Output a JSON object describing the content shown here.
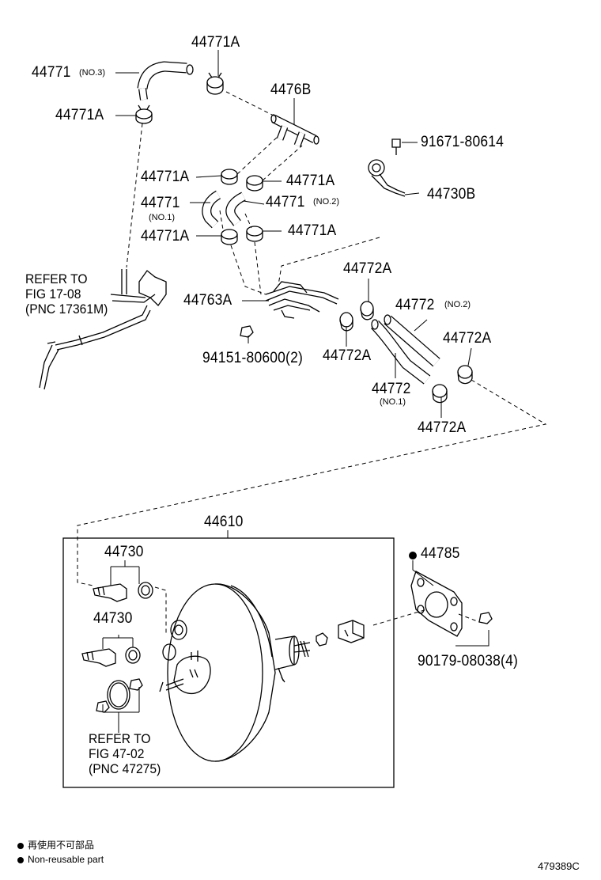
{
  "diagram": {
    "labels": {
      "p44771A_top": "44771A",
      "p44771": "44771",
      "p44771_no3": "(NO.3)",
      "p44771A_left": "44771A",
      "p4476B": "4476B",
      "p91671": "91671-80614",
      "p44771A_m1": "44771A",
      "p44771A_m2": "44771A",
      "p44771_no1_num": "44771",
      "p44771_no1": "(NO.1)",
      "p44771_no2_num": "44771",
      "p44771_no2": "(NO.2)",
      "p44730B": "44730B",
      "p44771A_m3": "44771A",
      "p44771A_m4": "44771A",
      "p44772A_1": "44772A",
      "p44763A": "44763A",
      "p44772_no2_num": "44772",
      "p44772_no2": "(NO.2)",
      "p94151": "94151-80600(2)",
      "p44772A_2": "44772A",
      "p44772A_3": "44772A",
      "p44772_no1_num": "44772",
      "p44772_no1": "(NO.1)",
      "p44772A_4": "44772A",
      "p44610": "44610",
      "p44730_a": "44730",
      "p44785": "44785",
      "p44730_b": "44730",
      "p90179": "90179-08038(4)"
    },
    "refer_top": [
      "REFER TO",
      "FIG 17-08",
      "(PNC 17361M)"
    ],
    "refer_bottom": [
      "REFER TO",
      "FIG 47-02",
      "(PNC 47275)"
    ],
    "legend": {
      "jp": "再使用不可部品",
      "en": "Non-reusable part"
    },
    "figure_id": "479389C"
  }
}
